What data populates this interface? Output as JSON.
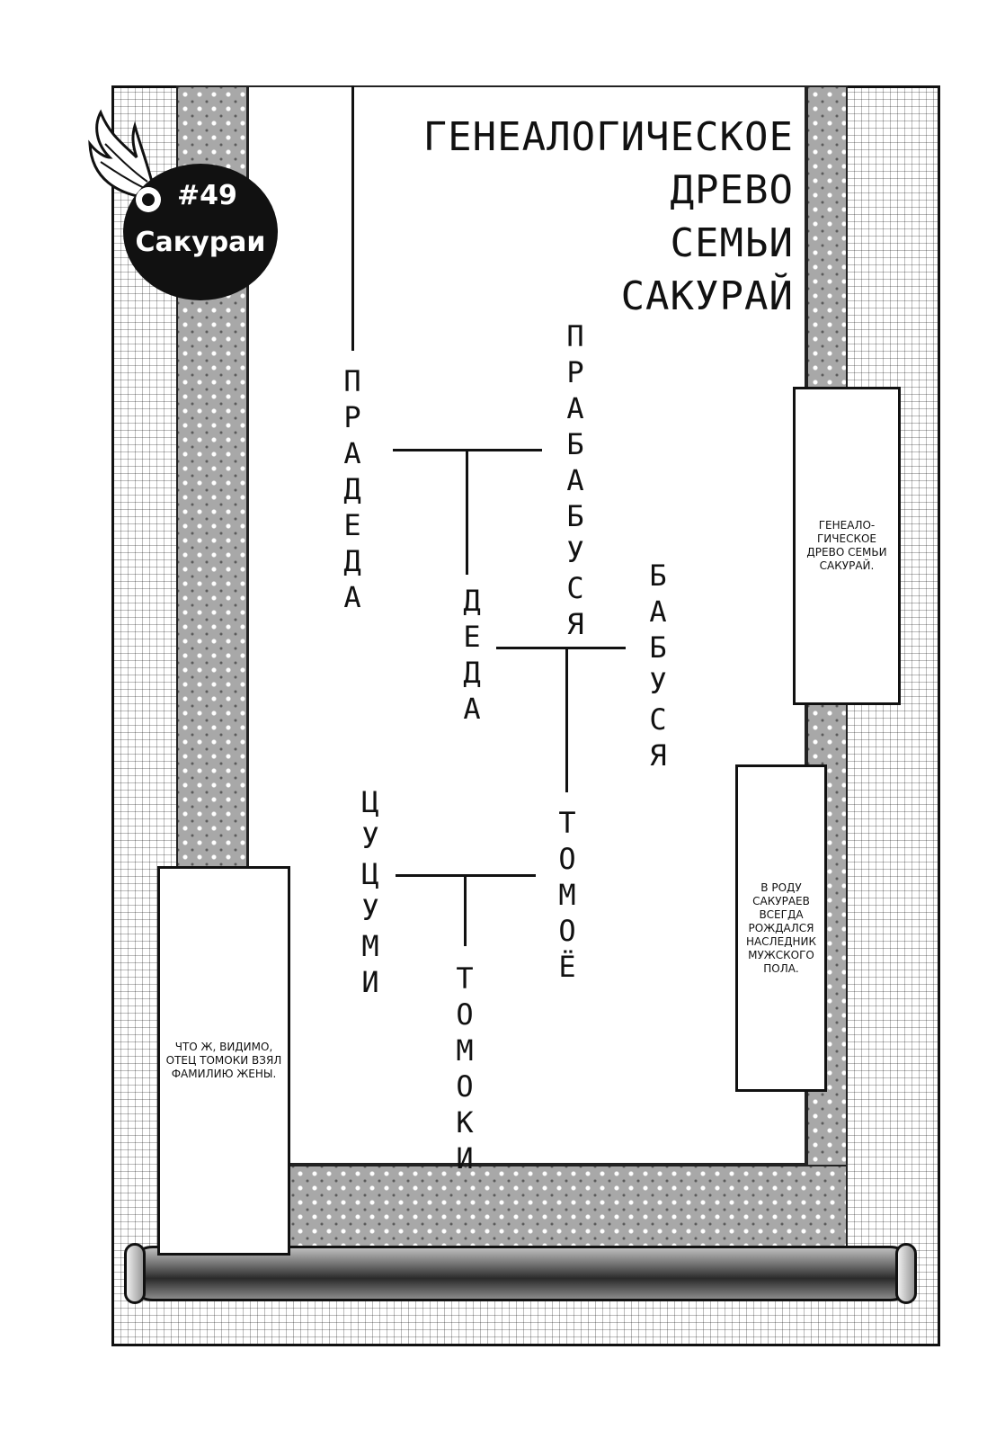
{
  "badge": {
    "number": "#49",
    "name": "Сакураи"
  },
  "title": [
    "Генеалогическое",
    "древо",
    "семьи",
    "Сакурай"
  ],
  "tree": {
    "great_grandfather": [
      "П",
      "Р",
      "А",
      "Д",
      "Е",
      "Д",
      "А"
    ],
    "great_grandmother": [
      "П",
      "Р",
      "А",
      "Б",
      "А",
      "Б",
      "У",
      "С",
      "Я"
    ],
    "grandfather": [
      "Д",
      "Е",
      "Д",
      "А"
    ],
    "grandmother": [
      "Б",
      "А",
      "Б",
      "У",
      "С",
      "Я"
    ],
    "mother": [
      "Ц",
      "У",
      "Ц",
      "У",
      "М",
      "И"
    ],
    "father": [
      "Т",
      "О",
      "М",
      "О",
      "Ё"
    ],
    "son": [
      "Т",
      "О",
      "М",
      "О",
      "К",
      "И"
    ]
  },
  "notes": {
    "right_top": "Генеало-гическое древо семьи Сакурай.",
    "right_mid": "В роду Сакураев всегда рождался наследник мужского пола.",
    "left_bottom": "Что ж, видимо, отец Томоки взял фамилию жены."
  },
  "icons": {
    "wing": "wing-icon"
  },
  "colors": {
    "ink": "#111111",
    "badge": "#111111",
    "paper": "#ffffff"
  }
}
